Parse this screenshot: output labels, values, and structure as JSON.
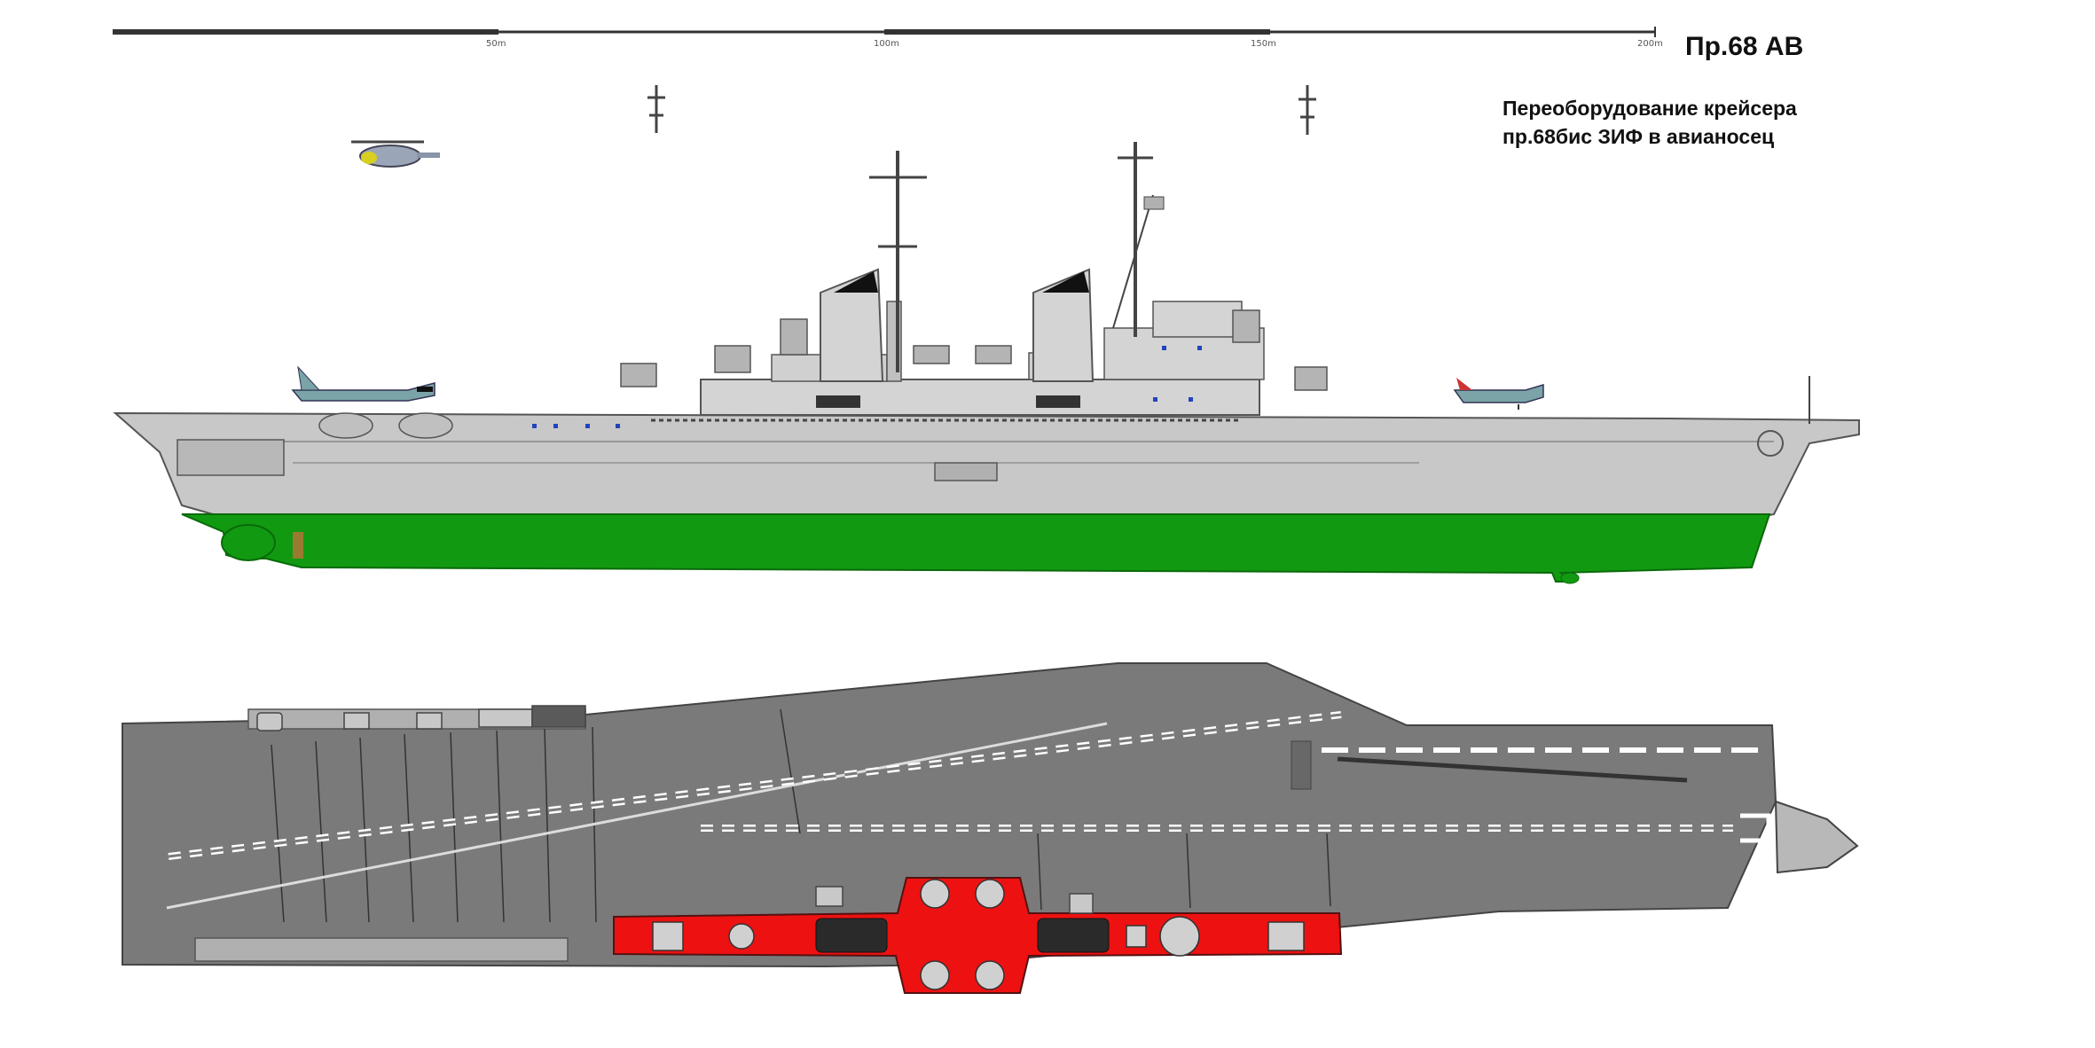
{
  "header": {
    "title": "Пр.68 АВ",
    "subtitle_line1": "Переоборудование крейсера",
    "subtitle_line2": "пр.68бис ЗИФ в авианосец"
  },
  "scale": {
    "labels": [
      "50m",
      "100m",
      "150m",
      "200m"
    ]
  },
  "colors": {
    "hull_grey": "#c8c8c8",
    "underwater_green": "#119a11",
    "deck_grey": "#7a7a7a",
    "island_red": "#ee1111",
    "deck_marking": "#ffffff",
    "outline": "#555555"
  }
}
